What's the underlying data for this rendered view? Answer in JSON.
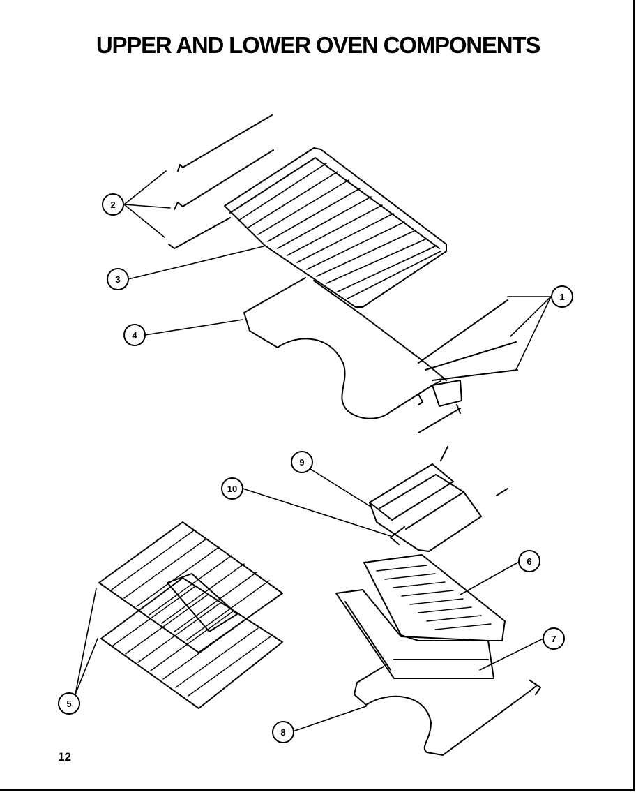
{
  "title": "UPPER AND LOWER OVEN COMPONENTS",
  "page_number": "12",
  "callouts": [
    "1",
    "2",
    "3",
    "4",
    "5",
    "6",
    "7",
    "8",
    "9",
    "10"
  ]
}
